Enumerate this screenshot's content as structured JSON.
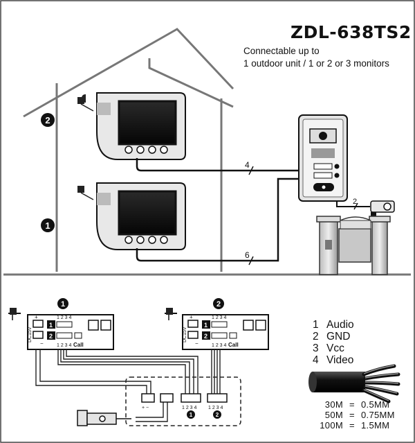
{
  "title": "ZDL-638TS2",
  "tagline": [
    "Connectable up to",
    "1 outdoor unit / 1 or 2 or 3 monitors"
  ],
  "floor_markers": {
    "upper": "2",
    "lower": "1"
  },
  "cable_counts": {
    "upper_monitor": "4",
    "lower_monitor": "6",
    "camera": "2"
  },
  "monitor_board": {
    "power_label": "DC15V",
    "plus": "+",
    "minus": "−",
    "terminals": "1 2 3 4",
    "call_label": "Call",
    "indicators": [
      "1",
      "2"
    ]
  },
  "junction": {
    "terminals": "1 2 3 4",
    "outdoor_markers": [
      "1",
      "2"
    ],
    "pm": "+  −"
  },
  "wire_legend": [
    {
      "num": "1",
      "name": "Audio"
    },
    {
      "num": "2",
      "name": "GND"
    },
    {
      "num": "3",
      "name": "Vcc"
    },
    {
      "num": "4",
      "name": "Video"
    }
  ],
  "cable_spec": [
    {
      "length": "30M",
      "gauge": "0.5MM"
    },
    {
      "length": "50M",
      "gauge": "0.75MM"
    },
    {
      "length": "100M",
      "gauge": "1.5MM"
    }
  ],
  "eq": "="
}
